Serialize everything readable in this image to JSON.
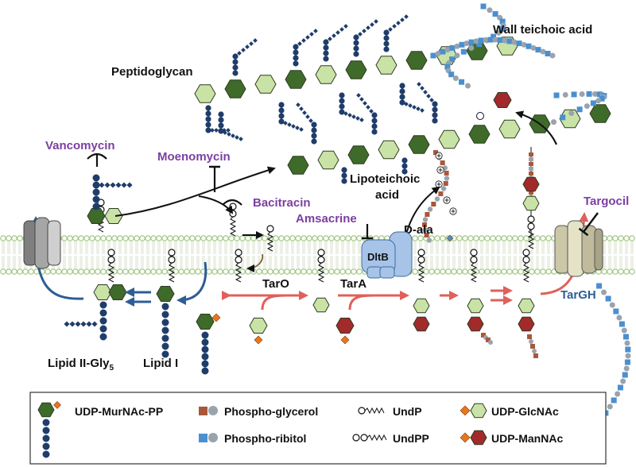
{
  "labels": {
    "wall_teichoic_acid": "Wall teichoic acid",
    "peptidoglycan": "Peptidoglycan",
    "lipoteichoic_acid_line1": "Lipoteichoic",
    "lipoteichoic_acid_line2": "acid",
    "d_ala": "D-ala",
    "dltb": "DltB",
    "taro": "TarO",
    "tara": "TarA",
    "targh": "TarGH",
    "lipid_ii": "Lipid II-Gly",
    "lipid_ii_sub": "5",
    "lipid_i": "Lipid I"
  },
  "drugs": {
    "vancomycin": "Vancomycin",
    "moenomycin": "Moenomycin",
    "bacitracin": "Bacitracin",
    "amsacrine": "Amsacrine",
    "targocil": "Targocil"
  },
  "legend": {
    "udp_murnac_pp": "UDP-MurNAc-PP",
    "phospho_glycerol": "Phospho-glycerol",
    "undp": "UndP",
    "udp_glcnac": "UDP-GlcNAc",
    "phospho_ribitol": "Phospho-ribitol",
    "undpp": "UndPP",
    "udp_mannac": "UDP-ManNAc"
  },
  "colors": {
    "murnac_dark_green": "#3f6b2a",
    "glcnac_light_green": "#c9e3a6",
    "peptide_navy": "#1f3d6b",
    "mannac_red": "#a32a2a",
    "udp_orange": "#e8761f",
    "glycerol_brown": "#a8583a",
    "ribitol_blue": "#4a8fd0",
    "phosphate_gray": "#9aa3ad",
    "membrane_green": "#9cc47a",
    "drug_purple": "#7b3fa0",
    "arrow_red": "#e0605a",
    "arrow_blue": "#2d5e95",
    "dltb_blue": "#a7c4e8"
  }
}
